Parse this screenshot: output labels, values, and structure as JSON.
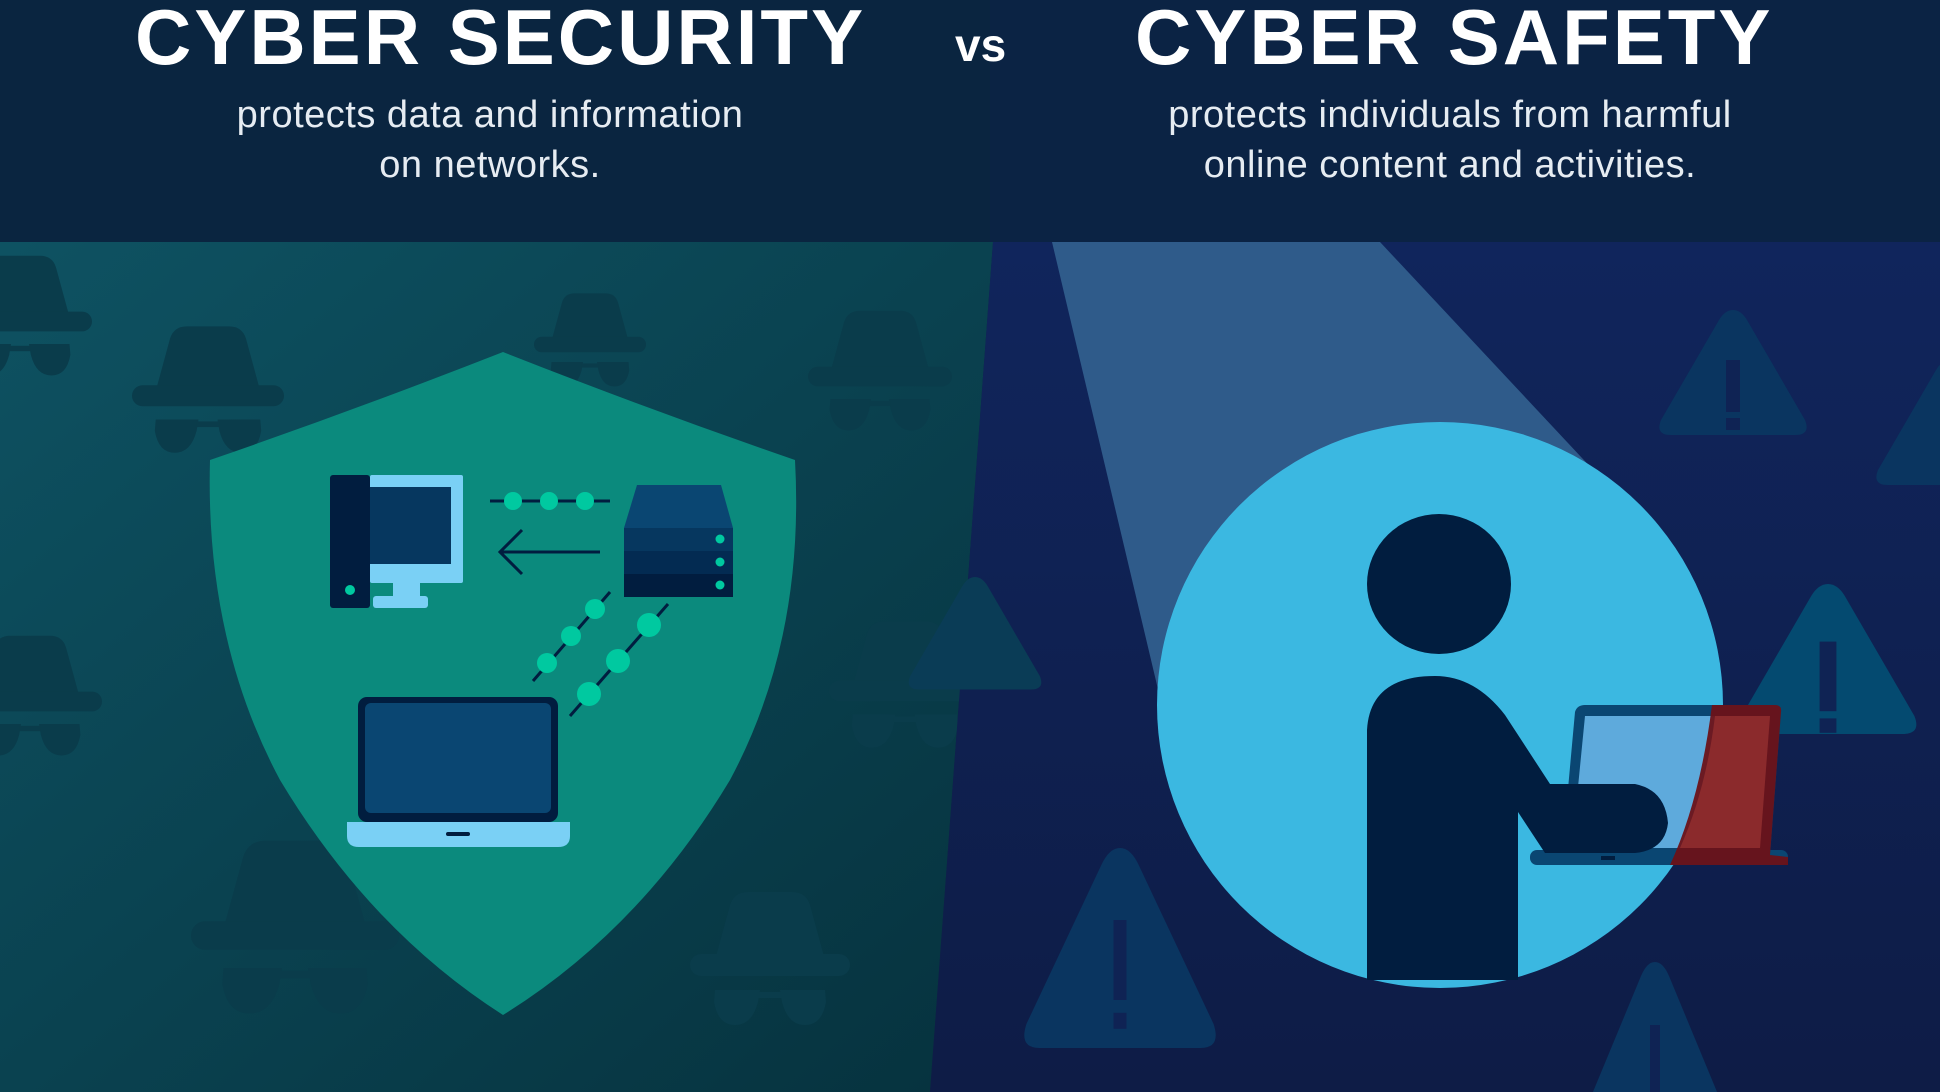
{
  "header": {
    "left_title": "CYBER SECURITY",
    "vs_label": "vs",
    "right_title": "CYBER SAFETY",
    "left_subtitle_line1": "protects data and information",
    "left_subtitle_line2": "on networks.",
    "right_subtitle_line1": "protects individuals from harmful",
    "right_subtitle_line2": "online content and activities."
  },
  "panels": {
    "left": {
      "theme": "cyber-security",
      "background_icons": "spy-hat-and-glasses-icon",
      "main_icon": "shield-icon",
      "devices": [
        "desktop-computer-icon",
        "server-icon",
        "laptop-icon"
      ]
    },
    "right": {
      "theme": "cyber-safety",
      "background_icons": "warning-triangle-icon",
      "main_icon": "person-with-laptop-icon",
      "spotlight": "spotlight-beam"
    }
  },
  "colors": {
    "header_bg": "#0a2540",
    "left_bg": "#0e4f5e",
    "left_bg_dark": "#073540",
    "shield": "#0b8a7d",
    "accent_green": "#00c9a0",
    "device_navy": "#011d3f",
    "device_blue": "#0a4672",
    "device_light": "#7ad0f5",
    "right_bg": "#0f2354",
    "spotlight": "#2f5b8a",
    "circle": "#3bb8e1",
    "person": "#011d3f",
    "laptop_screen": "#5eaadc",
    "laptop_red": "#8b2a2c",
    "warning_triangle": "#0a3a63"
  }
}
